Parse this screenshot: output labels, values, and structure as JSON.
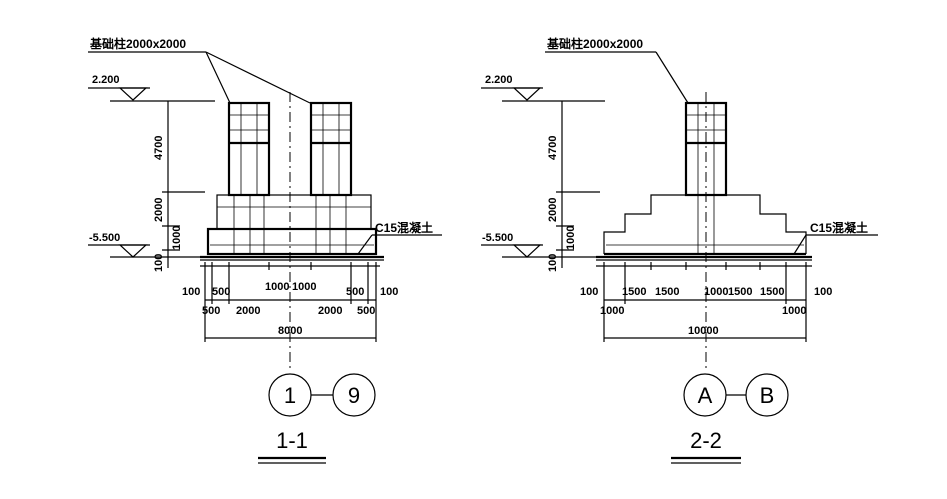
{
  "colors": {
    "line": "#000000",
    "background": "#ffffff"
  },
  "sections": [
    {
      "column_label": "基础柱2000x2000",
      "top_level": "2.200",
      "bottom_level": "-5.500",
      "concrete_label": "C15混凝土",
      "vertical_dims": [
        "4700",
        "2000",
        "1000",
        "100"
      ],
      "horizontal_dims_top": [
        "100",
        "500",
        "1000",
        "1000",
        "500",
        "100"
      ],
      "horizontal_dims_bottom": [
        "500",
        "2000",
        "2000",
        "500"
      ],
      "total_width": "8000",
      "axis_left": "1",
      "axis_right": "9",
      "section_title": "1-1"
    },
    {
      "column_label": "基础柱2000x2000",
      "top_level": "2.200",
      "bottom_level": "-5.500",
      "concrete_label": "C15混凝土",
      "vertical_dims": [
        "4700",
        "2000",
        "1000",
        "100"
      ],
      "horizontal_dims_top": [
        "100",
        "1500",
        "1500",
        "1000",
        "1500",
        "1500",
        "100"
      ],
      "horizontal_dims_bottom": [
        "1000",
        "1000"
      ],
      "total_width": "10000",
      "axis_left": "A",
      "axis_right": "B",
      "section_title": "2-2"
    }
  ]
}
